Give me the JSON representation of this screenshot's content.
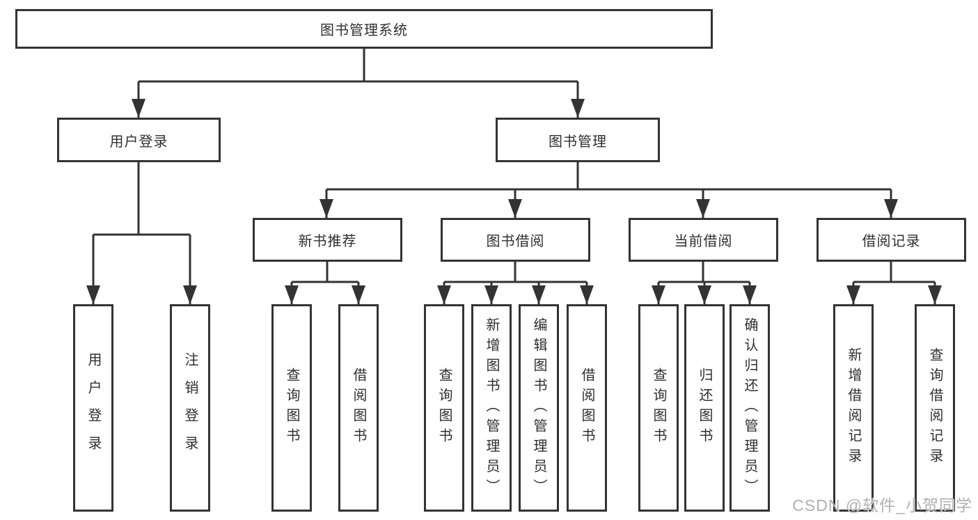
{
  "tree": {
    "root": "图书管理系统",
    "login": {
      "label": "用户登录",
      "leaves": [
        "用户登录",
        "注销登录"
      ]
    },
    "management": {
      "label": "图书管理",
      "sections": [
        {
          "label": "新书推荐",
          "leaves": [
            "查询图书",
            "借阅图书"
          ]
        },
        {
          "label": "图书借阅",
          "leaves": [
            "查询图书",
            "新增图书（管理员）",
            "编辑图书（管理员）",
            "借阅图书"
          ]
        },
        {
          "label": "当前借阅",
          "leaves": [
            "查询图书",
            "归还图书",
            "确认归还（管理员）"
          ]
        },
        {
          "label": "借阅记录",
          "leaves": [
            "新增借阅记录",
            "查询借阅记录"
          ]
        }
      ]
    }
  },
  "watermark": "CSDN @软件_小贺同学",
  "colors": {
    "line": "#333333",
    "text": "#2f2f2f",
    "box_fill": "#ffffff",
    "watermark": "#b0b0b0"
  }
}
